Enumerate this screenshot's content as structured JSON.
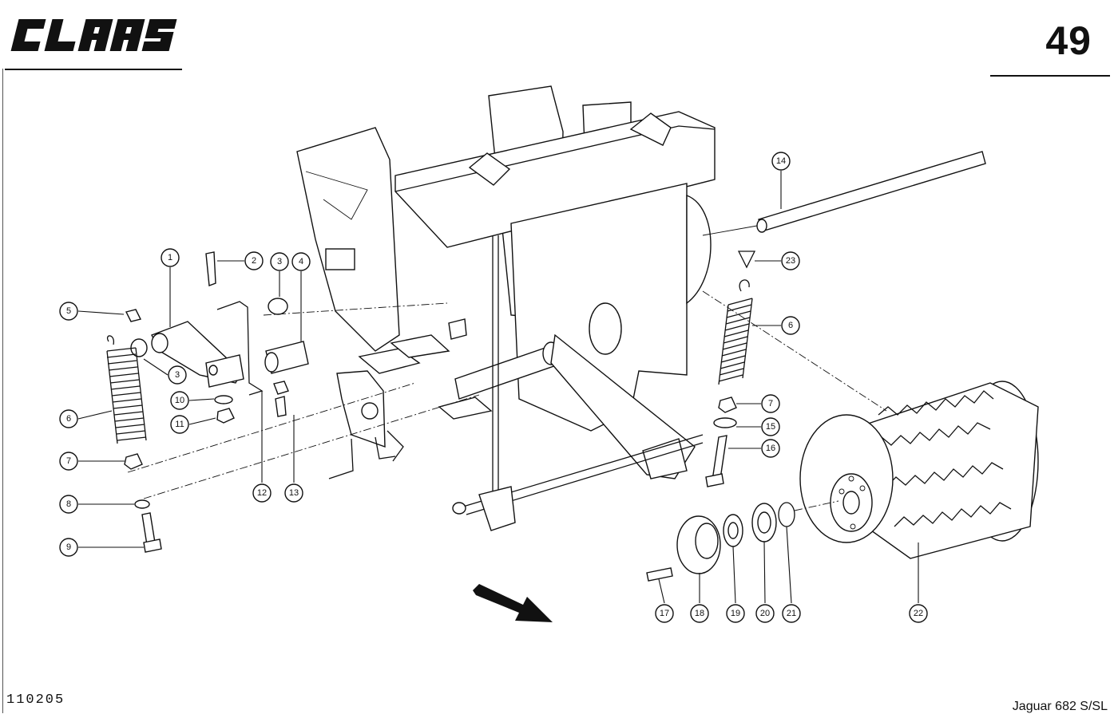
{
  "header": {
    "brand": "CLAAS",
    "page_number": "49"
  },
  "footer": {
    "drawing_code": "110205",
    "model": "Jaguar 682 S/SL"
  },
  "callouts": [
    "1",
    "2",
    "3",
    "4",
    "5",
    "3",
    "6",
    "10",
    "11",
    "7",
    "8",
    "9",
    "12",
    "13",
    "14",
    "23",
    "6",
    "7",
    "15",
    "16",
    "17",
    "18",
    "19",
    "20",
    "21",
    "22"
  ]
}
